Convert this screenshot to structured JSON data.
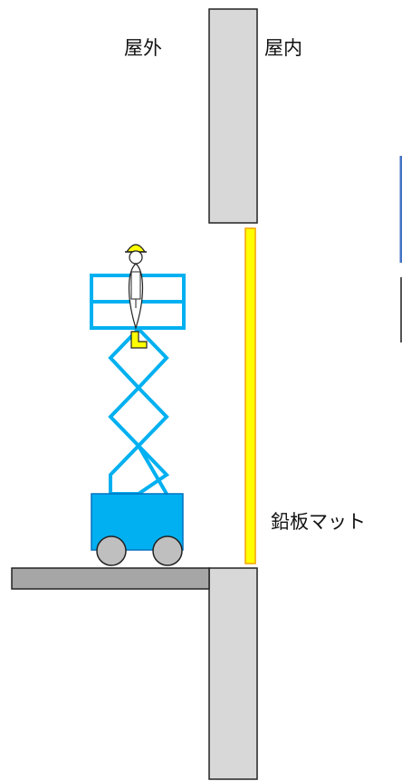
{
  "labels": {
    "outdoor": "屋外",
    "indoor": "屋内",
    "lead_mat": "鉛板マット"
  },
  "colors": {
    "wall": "#d8d8d8",
    "wall_stroke": "#222222",
    "floor_slab": "#a6a6a6",
    "lift": "#00b0f0",
    "lead_mat": "#ffff00",
    "lead_mat_border": "#f4a300",
    "wheel": "#bfbfbf",
    "helmet": "#ffff00",
    "boot": "#ffff00"
  },
  "icons": {
    "worker": "worker-figure",
    "lift": "scissor-lift",
    "wheel": "wheel-icon"
  }
}
